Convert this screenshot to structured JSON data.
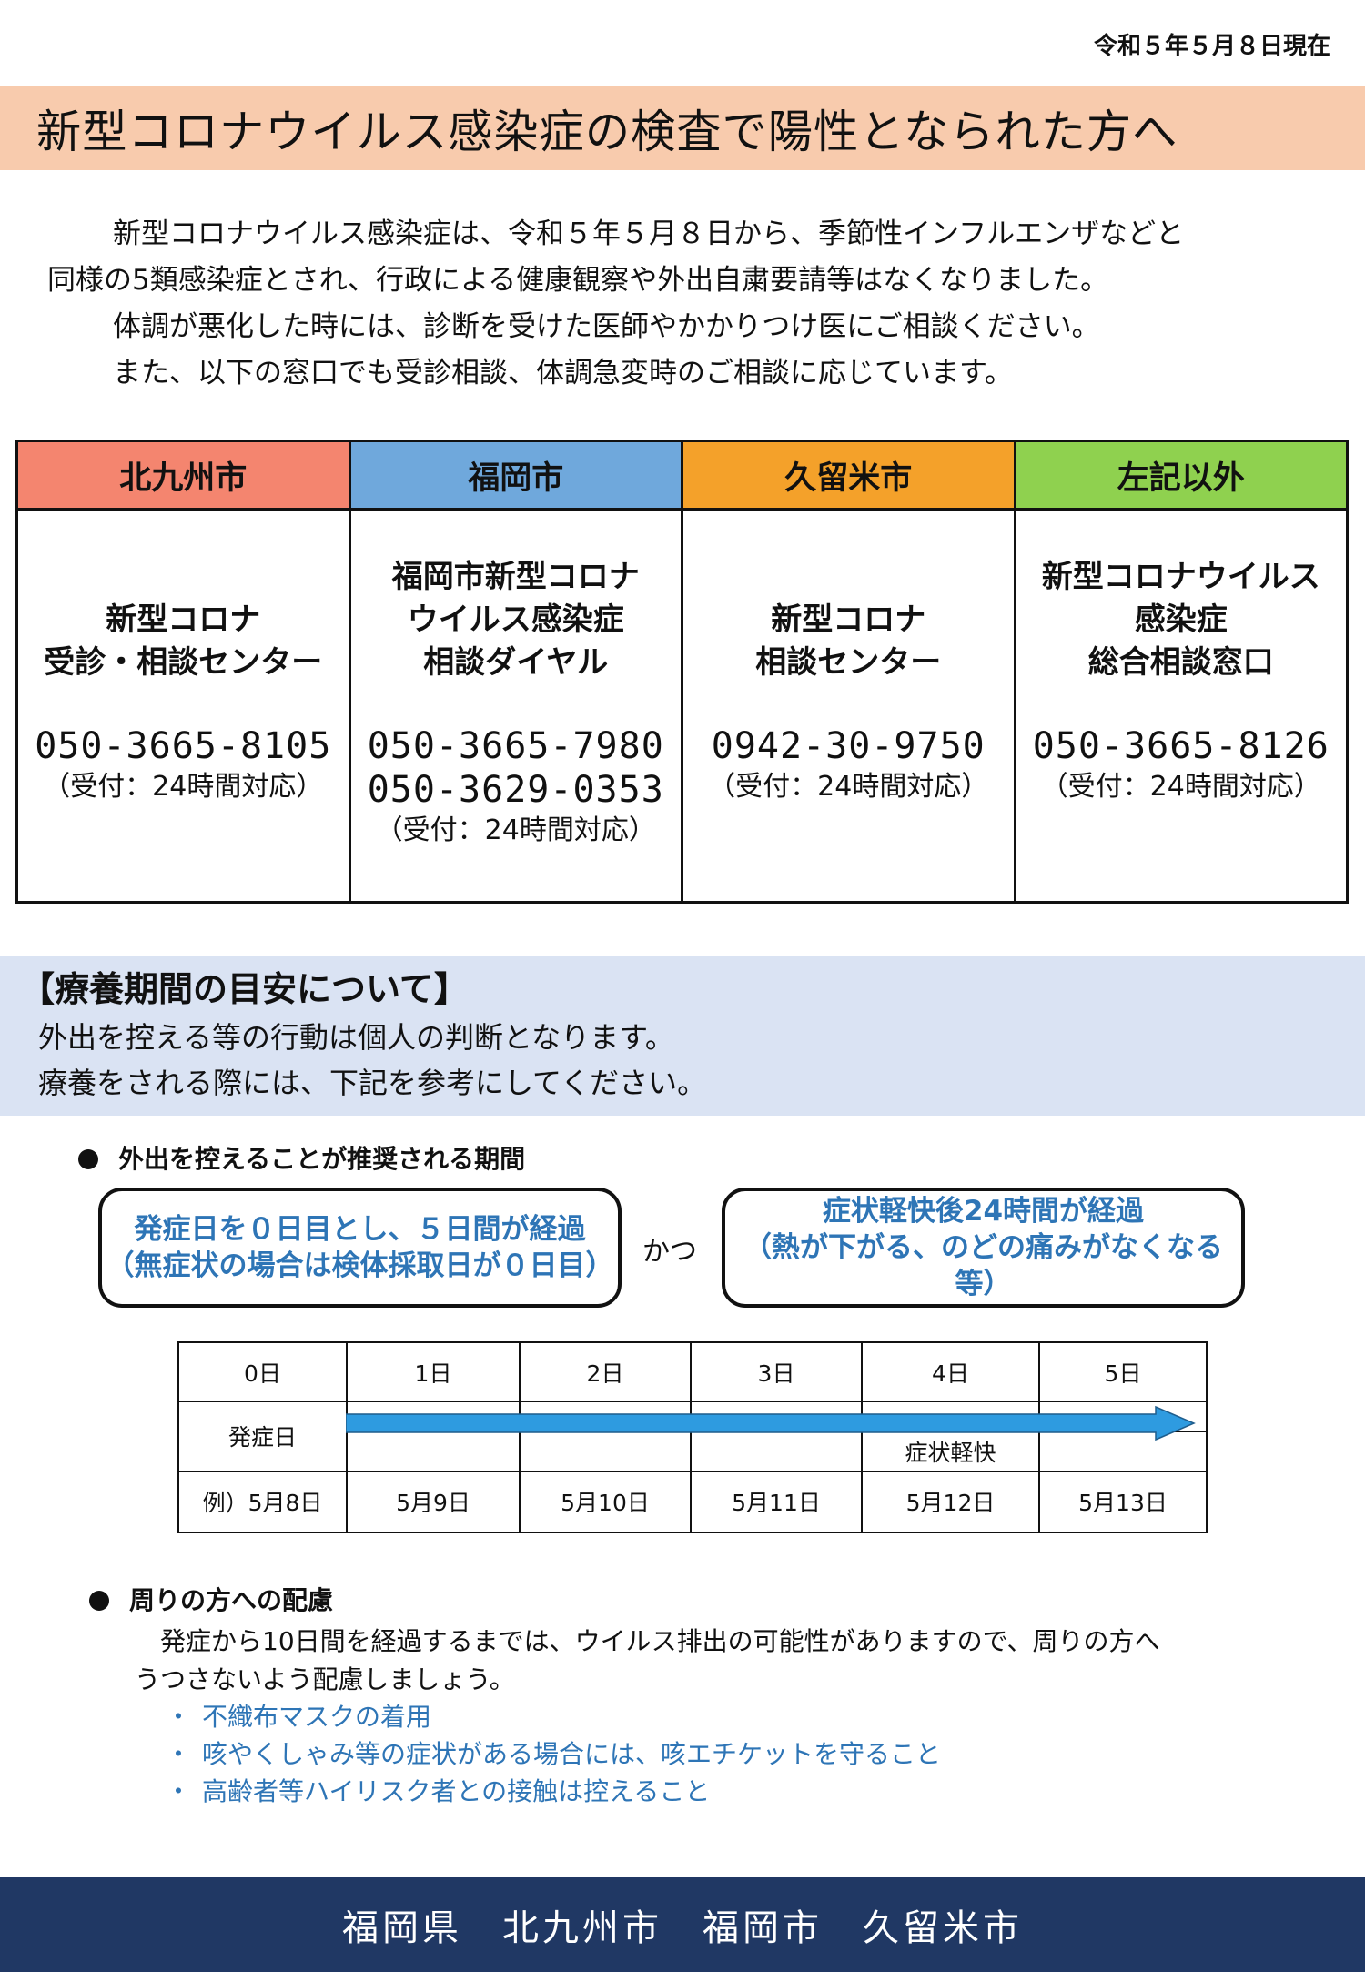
{
  "date": "令和５年５月８日現在",
  "title": "新型コロナウイルス感染症の検査で陽性となられた方へ",
  "intro": [
    "新型コロナウイルス感染症は、令和５年５月８日から、季節性インフルエンザなどと",
    "同様の5類感染症とされ、行政による健康観察や外出自粛要請等はなくなりました。",
    "体調が悪化した時には、診断を受けた医師やかかりつけ医にご相談ください。",
    "また、以下の窓口でも受診相談、体調急変時のご相談に応じています。"
  ],
  "contacts": [
    {
      "city": "北九州市",
      "color": "#f4856f",
      "name": "新型コロナ\n受診・相談センター",
      "phones": [
        "050-3665-8105"
      ],
      "note": "（受付：24時間対応）"
    },
    {
      "city": "福岡市",
      "color": "#6fa8dc",
      "name": "福岡市新型コロナ\nウイルス感染症\n相談ダイヤル",
      "phones": [
        "050-3665-7980",
        "050-3629-0353"
      ],
      "note": "（受付：24時間対応）"
    },
    {
      "city": "久留米市",
      "color": "#f4a12a",
      "name": "新型コロナ\n相談センター",
      "phones": [
        "0942-30-9750"
      ],
      "note": "（受付：24時間対応）"
    },
    {
      "city": "左記以外",
      "color": "#8fd14f",
      "name": "新型コロナウイルス\n感染症\n総合相談窓口",
      "phones": [
        "050-3665-8126"
      ],
      "note": "（受付：24時間対応）"
    }
  ],
  "period": {
    "heading": "【療養期間の目安について】",
    "text": [
      "外出を控える等の行動は個人の判断となります。",
      "療養をされる際には、下記を参考にしてください。"
    ]
  },
  "stay_home": {
    "heading": "外出を控えることが推奨される期間",
    "box1": [
      "発症日を０日目とし、５日間が経過",
      "（無症状の場合は検体採取日が０日目）"
    ],
    "connector": "かつ",
    "box2": [
      "症状軽快後24時間が経過",
      "（熱が下がる、のどの痛みがなくなる等）"
    ]
  },
  "timeline": {
    "days": [
      "0日",
      "1日",
      "2日",
      "3日",
      "4日",
      "5日"
    ],
    "onset": "発症日",
    "symptom": "症状軽快",
    "dates": [
      "例）5月8日",
      "5月9日",
      "5月10日",
      "5月11日",
      "5月12日",
      "5月13日"
    ],
    "arrow_color": "#2e9be0"
  },
  "care": {
    "heading": "周りの方への配慮",
    "text": [
      "発症から10日間を経過するまでは、ウイルス排出の可能性がありますので、周りの方へ",
      "うつさないよう配慮しましょう。"
    ],
    "items": [
      "不織布マスクの着用",
      "咳やくしゃみ等の症状がある場合には、咳エチケットを守ること",
      "高齢者等ハイリスク者との接触は控えること"
    ]
  },
  "footer": "福岡県　北九州市　福岡市　久留米市"
}
